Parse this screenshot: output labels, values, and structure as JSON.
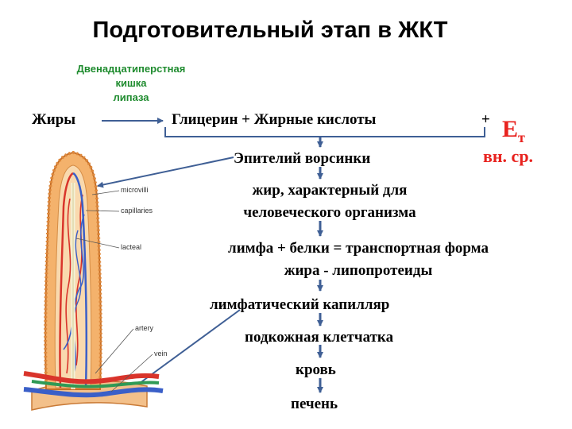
{
  "title": "Подготовительный этап в ЖКТ",
  "enzyme_lines": [
    "Двенадцатиперстная",
    "кишка",
    "липаза"
  ],
  "reaction": {
    "substrate": "Жиры",
    "products": "Глицерин + Жирные кислоты",
    "plus": "+",
    "energy_main": "Е",
    "energy_sub": "т",
    "energy_note": "вн. ср."
  },
  "flow_steps": [
    "Эпителий ворсинки",
    "жир, характерный для",
    "человеческого организма",
    "лимфа + белки = транспортная форма",
    "жира - липопротеиды",
    "лимфатический капилляр",
    "подкожная клетчатка",
    "кровь",
    "печень"
  ],
  "anatomy_labels": [
    "microvilli",
    "capillaries",
    "lacteal",
    "artery",
    "vein"
  ],
  "colors": {
    "enzyme": "#1e8b2e",
    "energy": "#e8231f",
    "arrow": "#3f5f95",
    "villus": "#f0a25a",
    "capillary_red": "#d9342b",
    "capillary_blue": "#3a5fc8"
  }
}
